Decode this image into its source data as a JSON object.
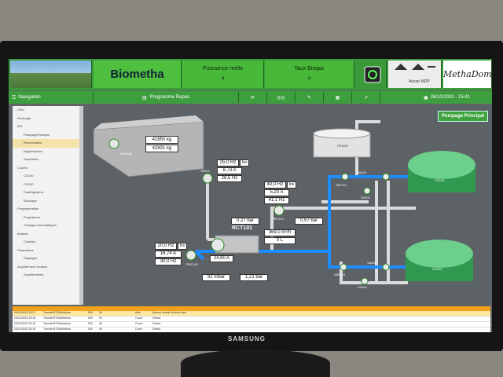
{
  "header": {
    "title": "Biometha",
    "kpi1": {
      "label": "Puissance reelle",
      "value": "a"
    },
    "kpi2": {
      "label": "Taux Bioqaz",
      "value": "a"
    },
    "user": "Aucun MDP",
    "brand": "MethaDomaine"
  },
  "toolbar": {
    "navigation": "Navigation",
    "program": "Programme Repas",
    "datetime": "26/10/2020 - 15:41"
  },
  "sidebar": {
    "items": [
      {
        "label": "GRU"
      },
      {
        "label": "Recharge"
      },
      {
        "label": "MG"
      },
      {
        "label": "PompagePrincipal"
      },
      {
        "label": "Recirculation",
        "selected": true
      },
      {
        "label": "Hygienisation"
      },
      {
        "label": "Separation"
      },
      {
        "label": "Courbe"
      },
      {
        "label": "CD100"
      },
      {
        "label": "CD200"
      },
      {
        "label": "PostDigesteur"
      },
      {
        "label": "Stockage"
      },
      {
        "label": "Programmation"
      },
      {
        "label": "Programme"
      },
      {
        "label": "Vidanges Automatiques"
      },
      {
        "label": "Analyse"
      },
      {
        "label": "Courbes"
      },
      {
        "label": "Parametres"
      },
      {
        "label": "Reglages"
      },
      {
        "label": "Acquittement Defauts"
      },
      {
        "label": "Acquittements"
      }
    ]
  },
  "synoptic": {
    "pompage_button": "Pompage Principal",
    "weight1": "42850 kg",
    "weight2": "42831 kg",
    "lbl_bsm": "BRU100",
    "lbl_vb101": "VB101",
    "vb101": {
      "hz": "25,0 Hz",
      "mode": "Inv",
      "amp": "8,73 A",
      "hz2": "26,5 Hz"
    },
    "prc101": {
      "hz": "40,0 Hz",
      "mode": "Inv",
      "amp": "5,20 A",
      "hz2": "41,1 Hz"
    },
    "prc201": {
      "hz": "20,0 Hz",
      "mode": "Inv",
      "amp": "16,74 A",
      "hz2": "30,0 Hz"
    },
    "lbl_prc101": "PRC101",
    "lbl_prc201": "PRC101",
    "p1": "0,27 bar",
    "p2": "0,57 bar",
    "flow": "369,0 m³/h",
    "vol": "0 L",
    "rct_label": "RCT101",
    "rct_amp": "24,80 A",
    "pmbar": "92 mbar",
    "p3": "1,21 bar",
    "ps": "PS3407",
    "cd100": "CD100",
    "cd200": "CD200",
    "va205": "VA205",
    "va206": "VA206",
    "vap101": "VAP101",
    "va203": "VA203",
    "vap201": "VAP201",
    "va204": "VA204"
  },
  "alarms": {
    "rows": [
      [
        "26/10/2020 15:27",
        "TransferRT/BioMethan",
        "500",
        "96",
        "",
        "Actif",
        "Alarme recette Niveau Haut"
      ],
      [
        "26/10/2020 15:16",
        "TransferRT/BioMethan",
        "500",
        "96",
        "",
        "Ouvrir",
        "Defaut"
      ],
      [
        "26/10/2020 15:16",
        "TransferRT/BioMethan",
        "500",
        "96",
        "",
        "Ouvrir",
        "Defaut"
      ],
      [
        "26/10/2020 15:16",
        "TransferRT/BioMethan",
        "500",
        "96",
        "",
        "Ouvrir",
        "Defaut"
      ]
    ]
  },
  "colors": {
    "accent": "#3a9a3a",
    "pipe_blue": "#1e90ff",
    "pipe_grey": "#d8d8d8",
    "alarm_orange": "#f1a21a"
  },
  "monitor_brand": "SAMSUNG"
}
